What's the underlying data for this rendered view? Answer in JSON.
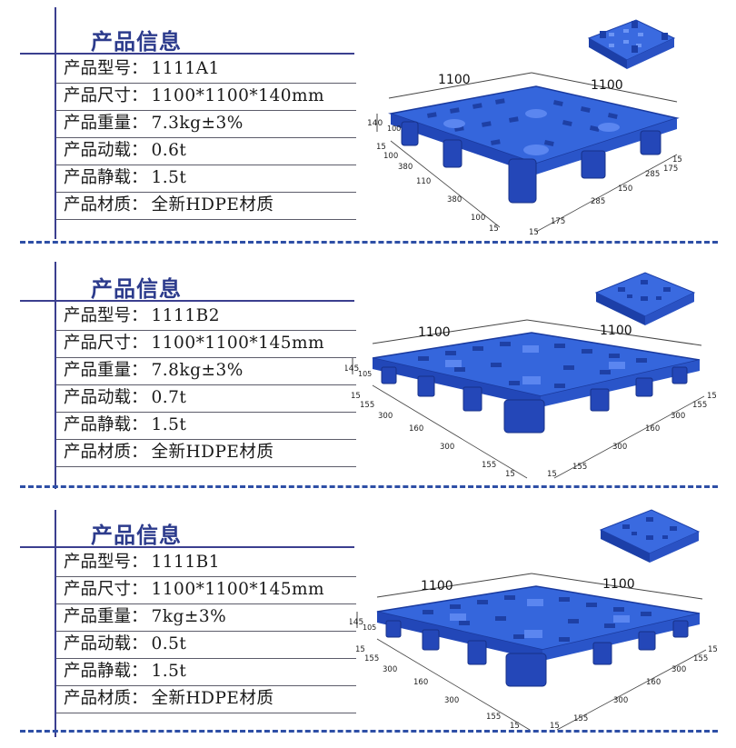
{
  "sections": [
    {
      "title": "产品信息",
      "rows": [
        {
          "label": "产品型号：",
          "value": "1111A1"
        },
        {
          "label": "产品尺寸：",
          "value": "1100*1100*140mm"
        },
        {
          "label": "产品重量：",
          "value": "7.3kg±3%"
        },
        {
          "label": "产品动载：",
          "value": "0.6t"
        },
        {
          "label": "产品静载：",
          "value": "1.5t"
        },
        {
          "label": "产品材质：",
          "value": "全新HDPE材质"
        }
      ],
      "dims": {
        "len_a": "1100",
        "len_b": "1100",
        "height": "140",
        "deck": "100",
        "l1": "15",
        "l2": "100",
        "l3": "380",
        "l4": "110",
        "l5": "380",
        "l6": "100",
        "l7": "15",
        "r1": "15",
        "r2": "175",
        "r3": "285",
        "r4": "150",
        "r5": "285",
        "r6": "175",
        "r7": "15"
      }
    },
    {
      "title": "产品信息",
      "rows": [
        {
          "label": "产品型号：",
          "value": "1111B2"
        },
        {
          "label": "产品尺寸：",
          "value": "1100*1100*145mm"
        },
        {
          "label": "产品重量：",
          "value": "7.8kg±3%"
        },
        {
          "label": "产品动载：",
          "value": "0.7t"
        },
        {
          "label": "产品静载：",
          "value": "1.5t"
        },
        {
          "label": "产品材质：",
          "value": "全新HDPE材质"
        }
      ],
      "dims": {
        "len_a": "1100",
        "len_b": "1100",
        "height": "145",
        "deck": "105",
        "l1": "15",
        "l2": "155",
        "l3": "300",
        "l4": "160",
        "l5": "300",
        "l6": "155",
        "l7": "15",
        "r1": "15",
        "r2": "155",
        "r3": "300",
        "r4": "160",
        "r5": "300",
        "r6": "155",
        "r7": "15"
      }
    },
    {
      "title": "产品信息",
      "rows": [
        {
          "label": "产品型号：",
          "value": "1111B1"
        },
        {
          "label": "产品尺寸：",
          "value": "1100*1100*145mm"
        },
        {
          "label": "产品重量：",
          "value": "7kg±3%"
        },
        {
          "label": "产品动载：",
          "value": "0.5t"
        },
        {
          "label": "产品静载：",
          "value": "1.5t"
        },
        {
          "label": "产品材质：",
          "value": "全新HDPE材质"
        }
      ],
      "dims": {
        "len_a": "1100",
        "len_b": "1100",
        "height": "145",
        "deck": "105",
        "l1": "15",
        "l2": "155",
        "l3": "300",
        "l4": "160",
        "l5": "300",
        "l6": "155",
        "l7": "15",
        "r1": "15",
        "r2": "155",
        "r3": "300",
        "r4": "160",
        "r5": "300",
        "r6": "155",
        "r7": "15"
      }
    }
  ],
  "colors": {
    "pallet": "#2f5fd6",
    "pallet_dark": "#1c3fa8",
    "pallet_light": "#5b86f0",
    "accent": "#2c3b8c",
    "dash": "#2e4fa6"
  }
}
